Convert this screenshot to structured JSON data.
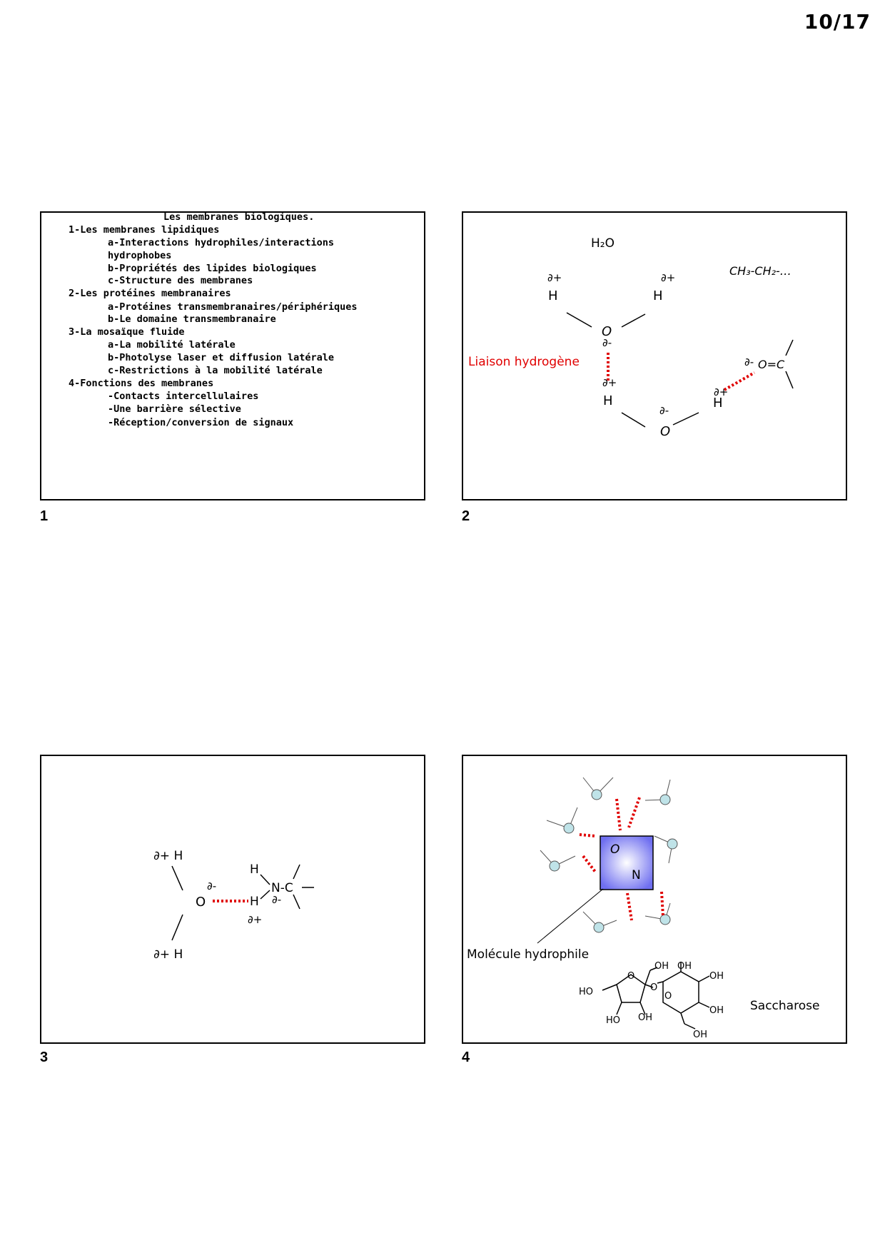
{
  "header": {
    "page_label": "10/17"
  },
  "slides": [
    {
      "number": "1",
      "title": "Les membranes biologiques.",
      "outline": [
        {
          "text": "1-Les membranes lipidiques",
          "indent": 0
        },
        {
          "text": "a-Interactions hydrophiles/interactions",
          "indent": 1
        },
        {
          "text": "hydrophobes",
          "indent": 1
        },
        {
          "text": "b-Propriétés des lipides biologiques",
          "indent": 1
        },
        {
          "text": "c-Structure des membranes",
          "indent": 1
        },
        {
          "text": "2-Les protéines membranaires",
          "indent": 0
        },
        {
          "text": "a-Protéines transmembranaires/périphériques",
          "indent": 1
        },
        {
          "text": "b-Le domaine transmembranaire",
          "indent": 1
        },
        {
          "text": "3-La mosaïque fluide",
          "indent": 0
        },
        {
          "text": "a-La mobilité latérale",
          "indent": 1
        },
        {
          "text": "b-Photolyse laser et diffusion latérale",
          "indent": 1
        },
        {
          "text": "c-Restrictions à la mobilité latérale",
          "indent": 1
        },
        {
          "text": "4-Fonctions des membranes",
          "indent": 0
        },
        {
          "text": "-Contacts intercellulaires",
          "indent": 1
        },
        {
          "text": "-Une barrière sélective",
          "indent": 1
        },
        {
          "text": "-Réception/conversion de signaux",
          "indent": 1
        }
      ]
    },
    {
      "number": "2",
      "h2o": "H₂O",
      "ch3": "CH₃-CH₂-…",
      "bond_label": "Liaison hydrogène",
      "delta_plus": "∂+",
      "delta_minus": "∂-",
      "atom_h": "H",
      "atom_o": "O",
      "carbonyl": "O=C"
    },
    {
      "number": "3",
      "delta_plus_h": "∂+ H",
      "delta_minus": "∂-",
      "delta_plus": "∂+",
      "atom_o": "O",
      "atom_h": "H",
      "nc": "N-C"
    },
    {
      "number": "4",
      "atom_o": "O",
      "atom_n": "N",
      "label_molecule": "Molécule hydrophile",
      "label_sugar": "Saccharose",
      "oh": "OH",
      "ho": "HO",
      "o": "O"
    }
  ],
  "colors": {
    "bond_red": "#e00000",
    "box_blue": "#6f6ff0",
    "water_circle": "#bfe3e8"
  }
}
